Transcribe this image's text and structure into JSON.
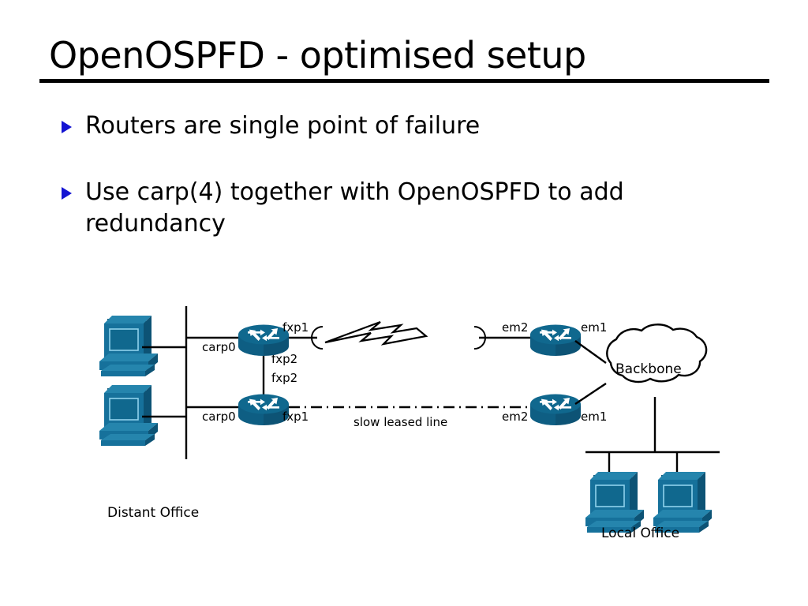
{
  "slide": {
    "title": "OpenOSPFD - optimised setup",
    "bullets": [
      {
        "text": "Routers are single point of failure"
      },
      {
        "text": "Use carp(4) together with OpenOSPFD to add redundancy"
      }
    ]
  },
  "colors": {
    "bullet_marker": "#1414d2",
    "device_body": "#10688e",
    "device_top": "#2585ad",
    "device_side": "#0d5375",
    "text": "#000000",
    "background": "#ffffff",
    "rule": "#000000"
  },
  "diagram": {
    "site_labels": {
      "distant_office": "Distant Office",
      "local_office": "Local Office"
    },
    "cloud_label": "Backbone",
    "link_label": "slow leased line",
    "interface_labels": {
      "distant_router_top": {
        "lan": "carp0",
        "wan": "fxp1",
        "sync": "fxp2"
      },
      "distant_router_bottom": {
        "lan": "carp0",
        "wan": "fxp1",
        "sync": "fxp2"
      },
      "local_router_top": {
        "wan": "em2",
        "backbone": "em1"
      },
      "local_router_bottom": {
        "wan": "em2",
        "backbone": "em1"
      }
    },
    "nodes": [
      {
        "name": "distant-workstation-top",
        "type": "computer"
      },
      {
        "name": "distant-workstation-bottom",
        "type": "computer"
      },
      {
        "name": "distant-router-top",
        "type": "router"
      },
      {
        "name": "distant-router-bottom",
        "type": "router"
      },
      {
        "name": "local-router-top",
        "type": "router"
      },
      {
        "name": "local-router-bottom",
        "type": "router"
      },
      {
        "name": "backbone-cloud",
        "type": "cloud"
      },
      {
        "name": "local-workstation-left",
        "type": "computer"
      },
      {
        "name": "local-workstation-right",
        "type": "computer"
      }
    ],
    "links": [
      {
        "name": "wan-primary",
        "style": "lightning"
      },
      {
        "name": "wan-backup",
        "style": "dash-dot"
      }
    ]
  }
}
